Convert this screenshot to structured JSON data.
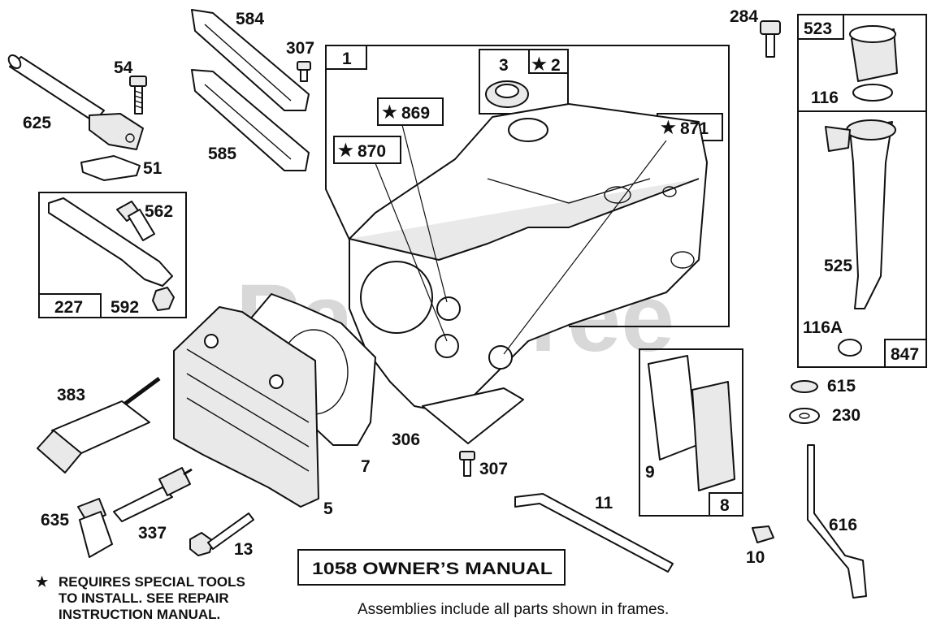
{
  "diagram": {
    "watermark": "PartsTree",
    "manual_box": "1058 OWNER’S MANUAL",
    "star_glyph": "★",
    "star_note_lines": [
      "REQUIRES SPECIAL TOOLS",
      "TO INSTALL.  SEE REPAIR",
      "INSTRUCTION MANUAL."
    ],
    "footer_note": "Assemblies include all parts shown in frames.",
    "labels": {
      "p1": "1",
      "p2": "2",
      "p3": "3",
      "p5": "5",
      "p7": "7",
      "p8": "8",
      "p9": "9",
      "p10": "10",
      "p11": "11",
      "p13": "13",
      "p51": "51",
      "p54": "54",
      "p116": "116",
      "p116a": "116A",
      "p227": "227",
      "p230": "230",
      "p284": "284",
      "p306": "306",
      "p307a": "307",
      "p307b": "307",
      "p337": "337",
      "p383": "383",
      "p523": "523",
      "p525": "525",
      "p562": "562",
      "p584": "584",
      "p585": "585",
      "p592": "592",
      "p615": "615",
      "p616": "616",
      "p625": "625",
      "p635": "635",
      "p847": "847",
      "p869": "869",
      "p870": "870",
      "p871": "871"
    }
  }
}
